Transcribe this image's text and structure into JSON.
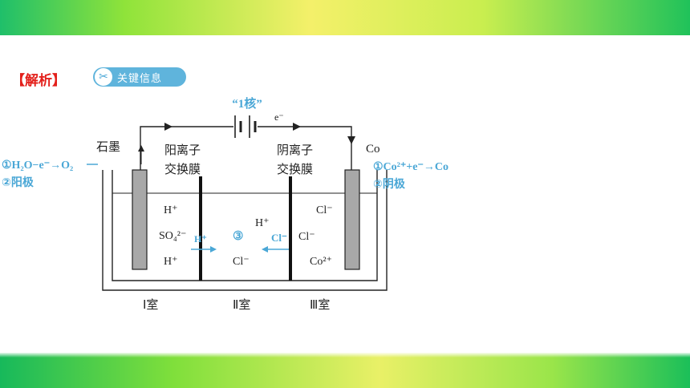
{
  "header_label": "【解析】",
  "badge": {
    "text": "关键信息",
    "icon": "scissors-icon"
  },
  "diagram": {
    "power_label": "“1核”",
    "electron_top": "e⁻",
    "left_electrode": "石墨",
    "right_electrode": "Co",
    "membrane_left": [
      "阳离子",
      "交换膜"
    ],
    "membrane_right": [
      "阴离子",
      "交换膜"
    ],
    "chamber1_ions": [
      "H⁺",
      "SO₄²⁻",
      "H⁺"
    ],
    "chamber2_ions": [
      "H⁺",
      "Cl⁻"
    ],
    "chamber3_ions": [
      "Cl⁻",
      "Cl⁻",
      "Co²⁺"
    ],
    "chamber_labels": [
      "Ⅰ室",
      "Ⅱ室",
      "Ⅲ室"
    ],
    "annot_left_reaction": "①H₂O−e⁻→O₂",
    "annot_left_role": "②阳极",
    "annot_right_reaction": "①Co²⁺+e⁻→Co",
    "annot_right_role": "②阴极",
    "annot_center": "③",
    "annot_h_move": "H⁺",
    "annot_cl_move": "Cl⁻"
  },
  "colors": {
    "accent": "#4aa7d6",
    "red": "#e3201b"
  }
}
